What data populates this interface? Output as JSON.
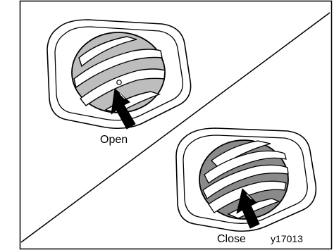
{
  "labels": {
    "open": "Open",
    "close": "Close",
    "figure_id": "y17013"
  },
  "colors": {
    "stroke": "#000000",
    "panel_fill": "#ffffff",
    "vent_fill": "#bdbdbd",
    "slat_fill": "#ffffff"
  },
  "icons": [
    "vent-open-icon",
    "vent-close-icon",
    "arrow-up-icon"
  ]
}
